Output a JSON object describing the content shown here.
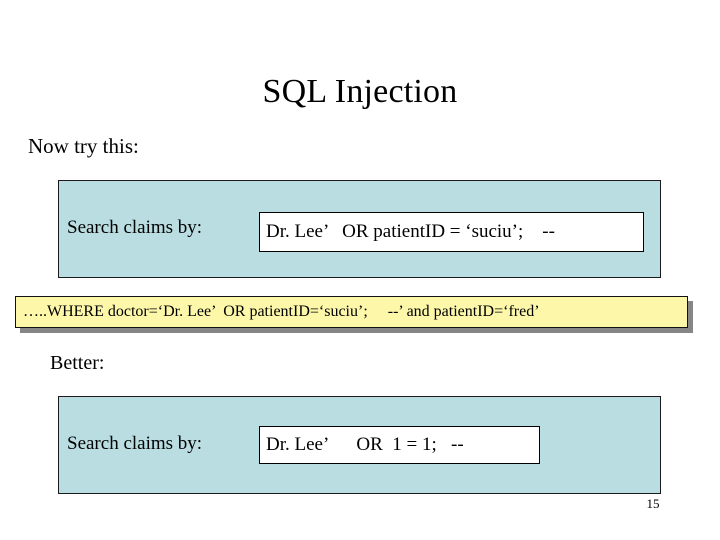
{
  "slide": {
    "title": "SQL Injection",
    "page_number": "15",
    "background_color": "#ffffff",
    "panel_color": "#b9dde1",
    "callout_color": "#fdf7a9",
    "callout_shadow_color": "#868686",
    "field_color": "#ffffff",
    "text_color": "#000000"
  },
  "lead_in": {
    "first": "Now try this:",
    "second": "Better:"
  },
  "form_one": {
    "label": "Search claims by:",
    "field_value": "Dr. Lee’   OR patientID = ‘suciu’;    --"
  },
  "callout": {
    "text": "…..WHERE doctor=‘Dr. Lee’  OR patientID=‘suciu’;     --’ and patientID=‘fred’"
  },
  "form_two": {
    "label": "Search claims by:",
    "field_value": "Dr. Lee’      OR  1 = 1;   --"
  }
}
